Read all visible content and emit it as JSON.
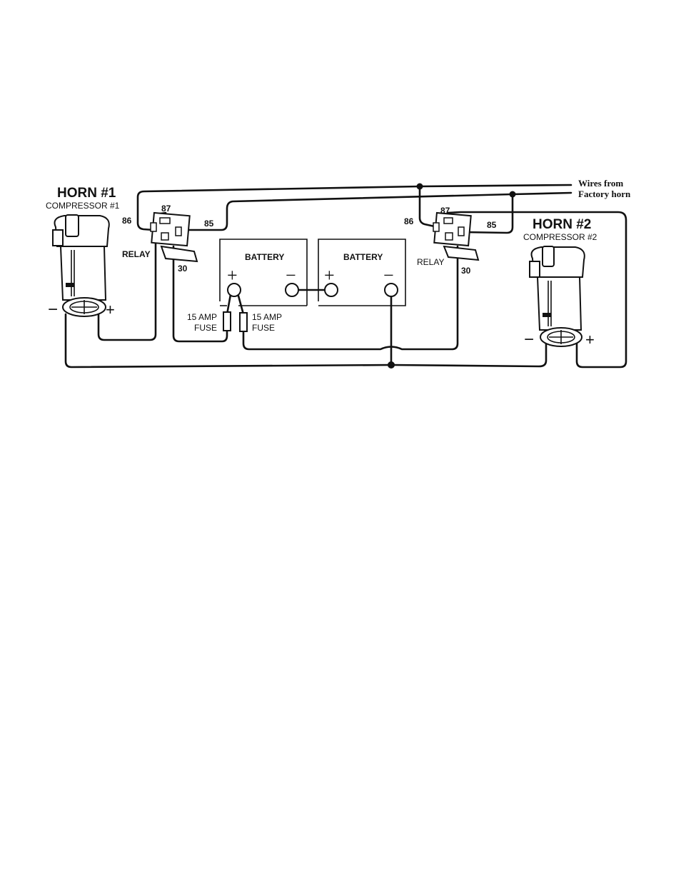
{
  "horn1": {
    "title": "HORN #1",
    "subtitle": "COMPRESSOR #1",
    "minus": "−",
    "plus": "+"
  },
  "horn2": {
    "title": "HORN #2",
    "subtitle": "COMPRESSOR #2",
    "minus": "−",
    "plus": "+"
  },
  "relay1": {
    "label": "RELAY",
    "pin86": "86",
    "pin87": "87",
    "pin85": "85",
    "pin30": "30"
  },
  "relay2": {
    "label": "RELAY",
    "pin86": "86",
    "pin87": "87",
    "pin85": "85",
    "pin30": "30"
  },
  "battery1": {
    "label": "BATTERY",
    "plus": "+",
    "minus": "−"
  },
  "battery2": {
    "label": "BATTERY",
    "plus": "+",
    "minus": "−"
  },
  "fuse1": {
    "line1": "15 AMP",
    "line2": "FUSE"
  },
  "fuse2": {
    "line1": "15 AMP",
    "line2": "FUSE"
  },
  "factory": {
    "line1": "Wires from",
    "line2": "Factory horn"
  },
  "icons": {
    "compressor": "air-compressor-icon",
    "relay": "relay-icon",
    "fuse": "fuse-icon",
    "battery": "battery-icon"
  }
}
